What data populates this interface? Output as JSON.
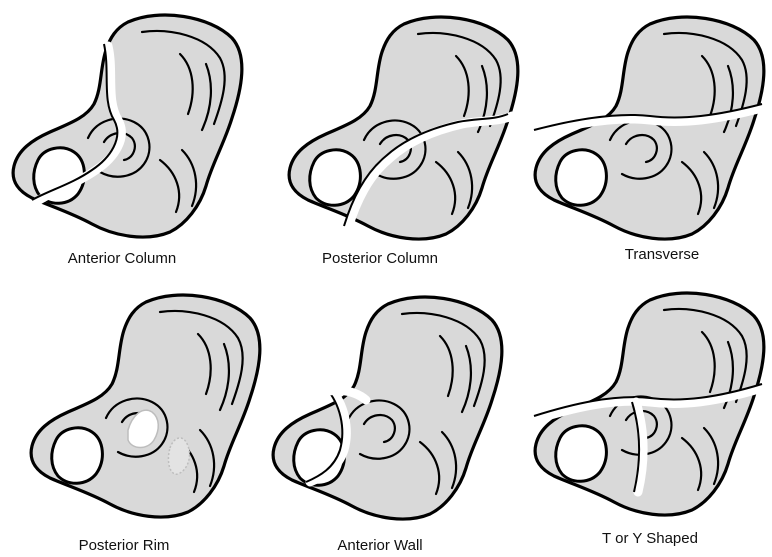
{
  "panels": [
    {
      "id": "anterior-column",
      "label": "Anterior Column"
    },
    {
      "id": "posterior-column",
      "label": "Posterior Column"
    },
    {
      "id": "transverse",
      "label": "Transverse"
    },
    {
      "id": "posterior-rim",
      "label": "Posterior Rim"
    },
    {
      "id": "anterior-wall",
      "label": "Anterior Wall"
    },
    {
      "id": "t-or-y-shaped",
      "label": "T or Y Shaped"
    }
  ]
}
